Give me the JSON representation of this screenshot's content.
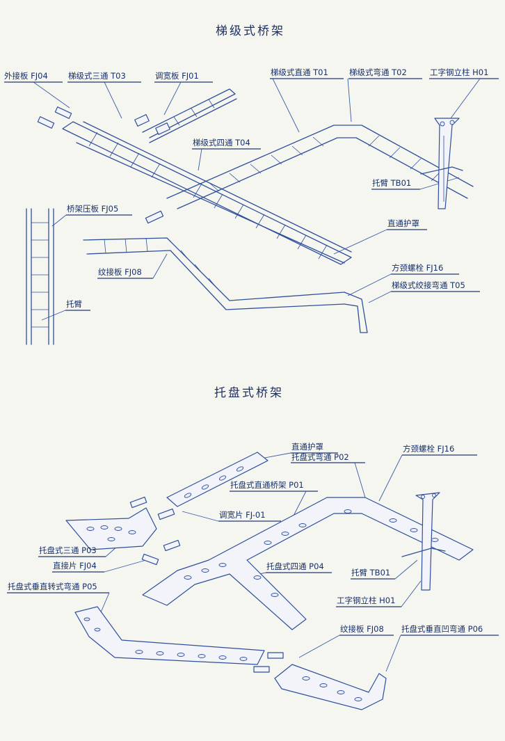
{
  "sections": [
    {
      "title": "梯级式桥架",
      "labels": [
        "外接板 FJ04",
        "梯级式三通 T03",
        "调宽板 FJ01",
        "梯级式直通 T01",
        "梯级式弯通 T02",
        "工字钢立柱 H01",
        "梯级式四通 T04",
        "托臂 TB01",
        "桥架压板 FJ05",
        "直通护罩",
        "纹接板 FJ08",
        "方颈螺栓 FJ16",
        "梯级式绞接弯通 T05",
        "托臂"
      ]
    },
    {
      "title": "托盘式桥架",
      "labels": [
        "直通护罩",
        "托盘式弯通 P02",
        "方颈螺栓 FJ16",
        "托盘式直通桥架 P01",
        "调宽片 FJ-01",
        "托盘式三通 P03",
        "直接片 FJ04",
        "托盘式四通 P04",
        "托臂 TB01",
        "托盘式垂直转式弯通 P05",
        "工字钢立柱 H01",
        "纹接板 FJ08",
        "托盘式垂直凹弯通 P06"
      ]
    }
  ]
}
